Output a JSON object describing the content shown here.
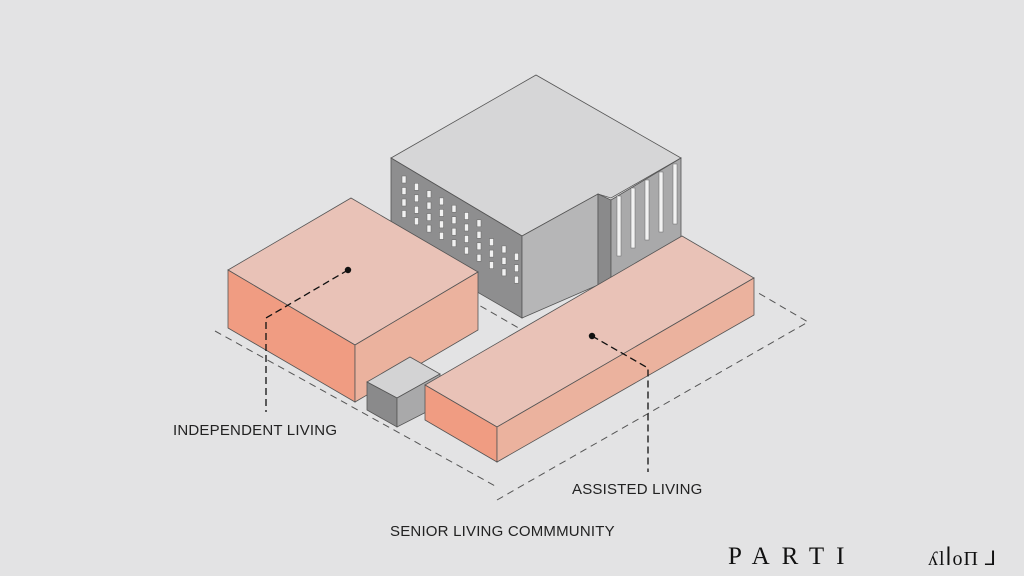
{
  "labels": {
    "independent": "INDEPENDENT LIVING",
    "assisted": "ASSISTED LIVING",
    "title": "SENIOR LIVING COMMMUNITY"
  },
  "brand": {
    "parti": "PARTI",
    "logo": "ʎlꟾoΠ ⅃"
  },
  "colors": {
    "background": "#e3e3e4",
    "pink_top": "#e9c2b7",
    "pink_side": "#f09c82",
    "grey_top": "#d6d6d7",
    "grey_side": "#8a8a8b"
  }
}
